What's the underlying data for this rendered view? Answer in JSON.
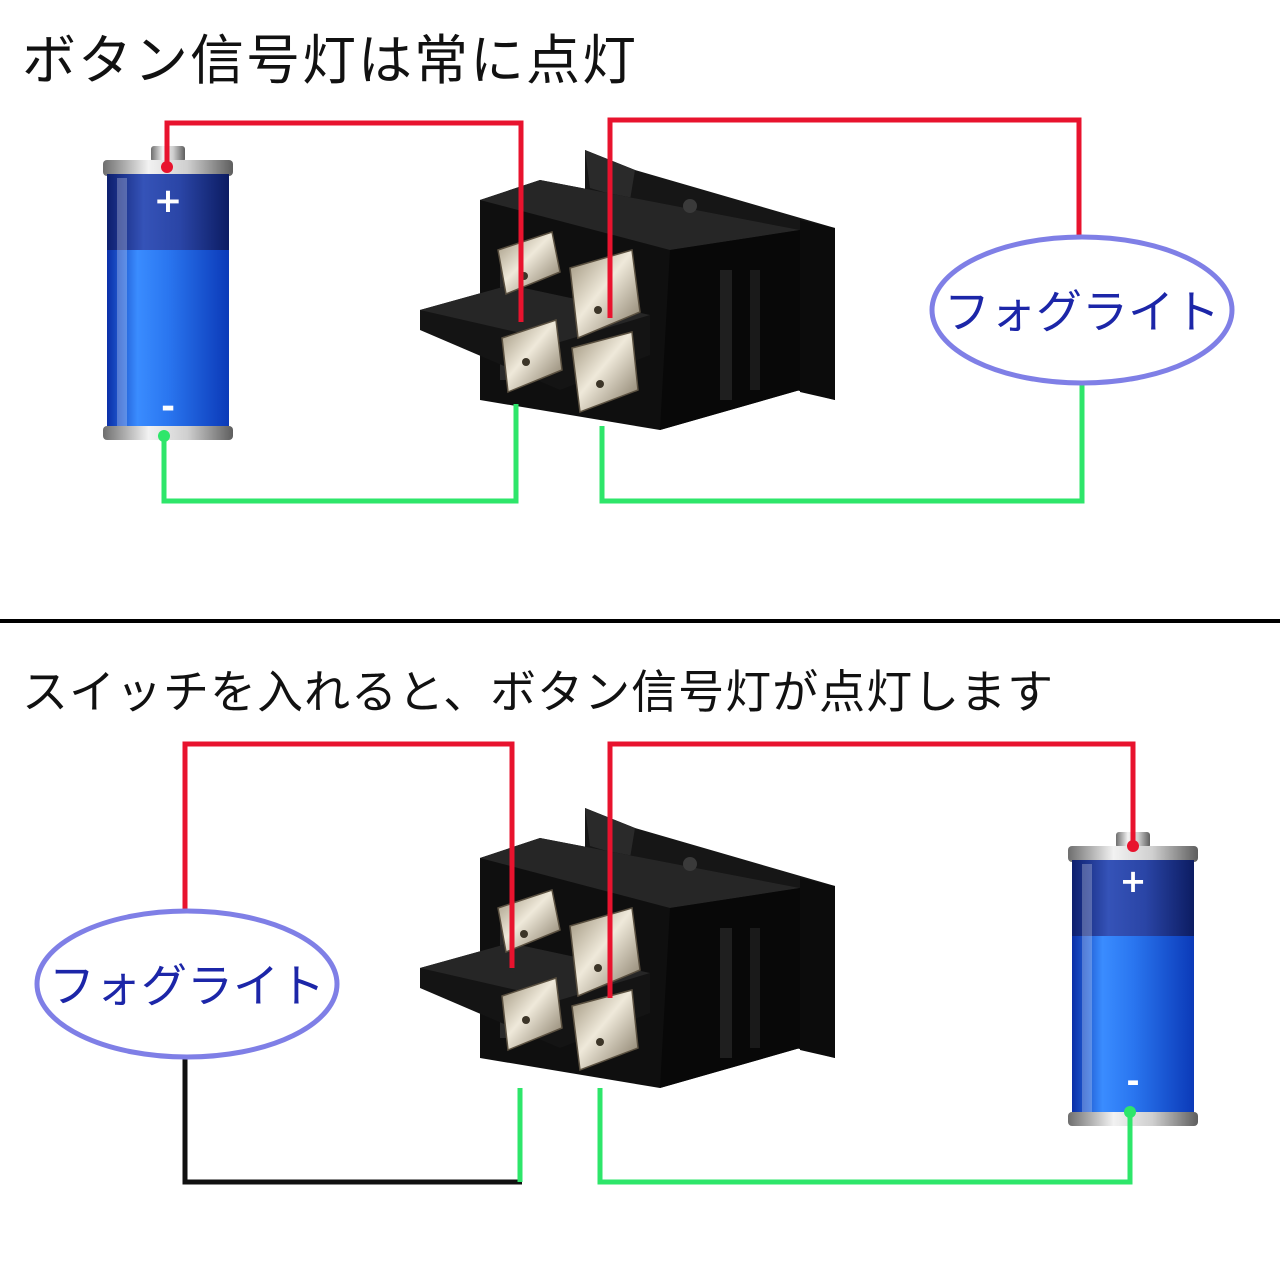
{
  "panels": [
    {
      "title": "ボタン信号灯は常に点灯",
      "lamp_label": "フォグライト",
      "battery": {
        "plus_label": "+",
        "minus_label": "-"
      }
    },
    {
      "title": "スイッチを入れると、ボタン信号灯が点灯します",
      "lamp_label": "フォグライト",
      "battery": {
        "plus_label": "+",
        "minus_label": "-"
      }
    }
  ],
  "colors": {
    "positive_wire": "#e8132e",
    "negative_wire": "#2ee66a",
    "ground_wire": "#111111",
    "lamp_outline": "#7f7fe6",
    "lamp_text": "#1c26a8",
    "battery_blue": "#1f6fe8"
  }
}
